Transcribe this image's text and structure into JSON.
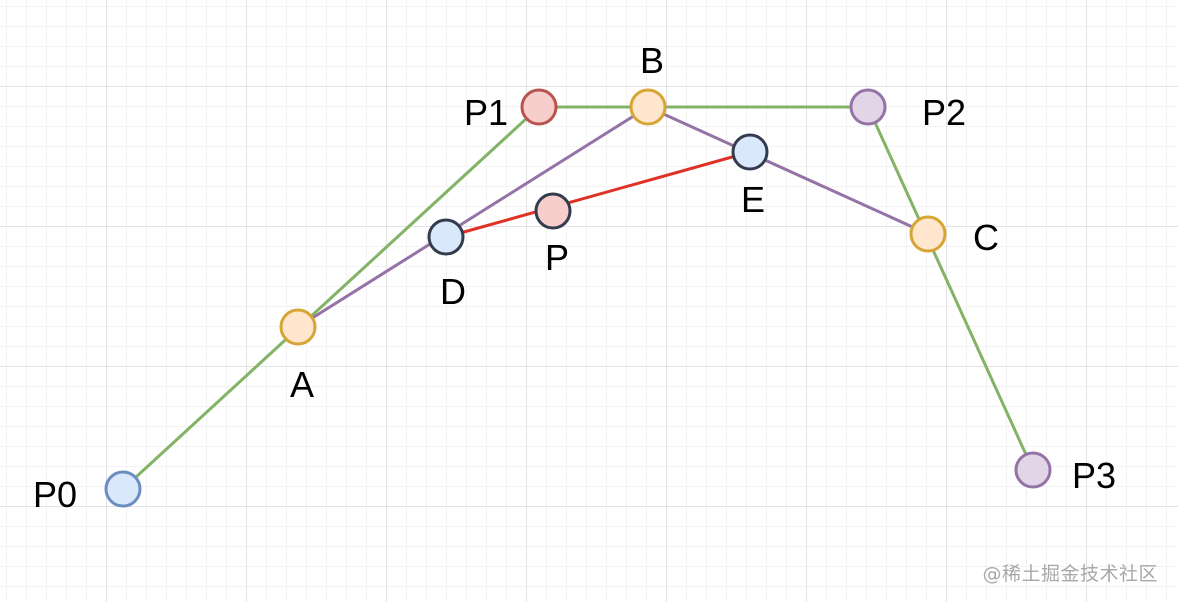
{
  "diagram": {
    "points": [
      {
        "id": "P0",
        "label": "P0",
        "fill": "#dae8fc",
        "stroke": "#6c8ebf"
      },
      {
        "id": "P1",
        "label": "P1",
        "fill": "#f8cecc",
        "stroke": "#b85450"
      },
      {
        "id": "P2",
        "label": "P2",
        "fill": "#e1d5e7",
        "stroke": "#9673a6"
      },
      {
        "id": "P3",
        "label": "P3",
        "fill": "#e1d5e7",
        "stroke": "#9673a6"
      },
      {
        "id": "A",
        "label": "A",
        "fill": "#ffe6cc",
        "stroke": "#d6a533"
      },
      {
        "id": "B",
        "label": "B",
        "fill": "#ffe6cc",
        "stroke": "#d6a533"
      },
      {
        "id": "C",
        "label": "C",
        "fill": "#ffe6cc",
        "stroke": "#d6a533"
      },
      {
        "id": "D",
        "label": "D",
        "fill": "#dae8fc",
        "stroke": "#333c4d"
      },
      {
        "id": "E",
        "label": "E",
        "fill": "#dae8fc",
        "stroke": "#333c4d"
      },
      {
        "id": "P",
        "label": "P",
        "fill": "#f8cecc",
        "stroke": "#333c4d"
      }
    ],
    "segments": [
      {
        "from": "P0",
        "to": "P1",
        "color": "#82b366"
      },
      {
        "from": "P1",
        "to": "P2",
        "color": "#82b366"
      },
      {
        "from": "P2",
        "to": "P3",
        "color": "#82b366"
      },
      {
        "from": "A",
        "to": "B",
        "color": "#9673a6"
      },
      {
        "from": "B",
        "to": "C",
        "color": "#9673a6"
      },
      {
        "from": "D",
        "to": "E",
        "color": "#e03127"
      }
    ]
  },
  "watermark": "@稀土掘金技术社区"
}
